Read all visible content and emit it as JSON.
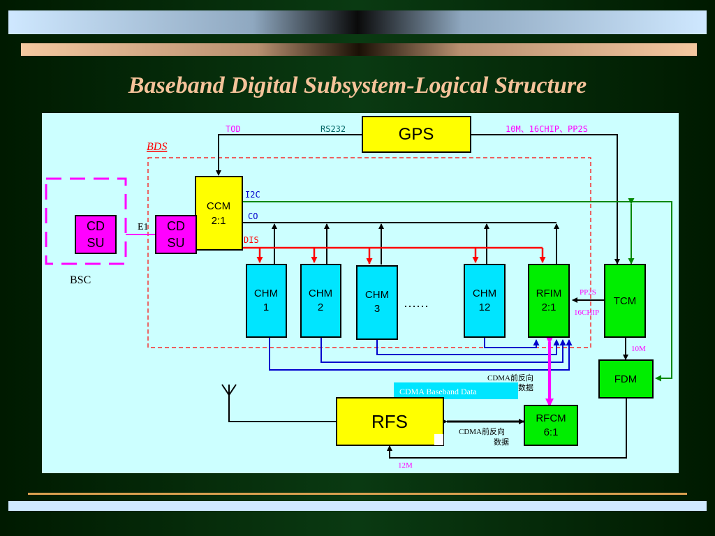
{
  "title": "Baseband Digital Subsystem-Logical Structure",
  "labels": {
    "bds": "BDS",
    "bsc": "BSC",
    "tod": "TOD",
    "rs232": "RS232",
    "gps_out": "10M、16CHIP、PP2S",
    "i2c": "I2C",
    "co": "CO",
    "dis": "DIS",
    "e1": "E1",
    "pp2s": "PP2S",
    "chip16": "16CHIP",
    "m10": "10M",
    "m12": "12M",
    "ellipsis": "……",
    "cdma_data_1": "CDMA前反向",
    "cdma_data_2": "数据",
    "cdma_data_3": "CDMA前反向",
    "cdma_data_4": "数据",
    "cdma_baseband": "CDMA Baseband Data"
  },
  "boxes": {
    "gps": "GPS",
    "ccm_1": "CCM",
    "ccm_2": "2:1",
    "cdsu_left_1": "CD",
    "cdsu_left_2": "SU",
    "cdsu_right_1": "CD",
    "cdsu_right_2": "SU",
    "chm1_1": "CHM",
    "chm1_2": "1",
    "chm2_1": "CHM",
    "chm2_2": "2",
    "chm3_1": "CHM",
    "chm3_2": "3",
    "chm12_1": "CHM",
    "chm12_2": "12",
    "rfim_1": "RFIM",
    "rfim_2": "2:1",
    "tcm": "TCM",
    "fdm": "FDM",
    "rfs": "RFS",
    "rfcm_1": "RFCM",
    "rfcm_2": "6:1"
  },
  "colors": {
    "yellow": "#ffff00",
    "magenta": "#ff00ff",
    "cyan": "#00e5ff",
    "green": "#00ee00",
    "red": "#ff0000",
    "blue": "#0000cc",
    "dark_green": "#008800",
    "panel": "#ccffff"
  }
}
